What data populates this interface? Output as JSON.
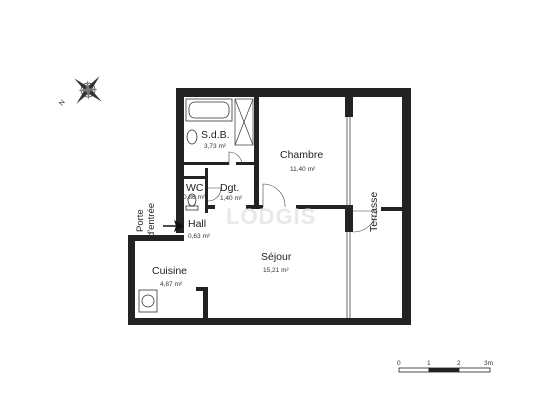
{
  "compass": {
    "north": "N",
    "icon": "compass-rose-icon"
  },
  "watermark": "LODGIS",
  "rooms": {
    "sdb": {
      "name": "S.d.B.",
      "area": "3,73 m²"
    },
    "chambre": {
      "name": "Chambre",
      "area": "11,40 m²"
    },
    "wc": {
      "name": "WC",
      "area": "0,86 m²"
    },
    "dgt": {
      "name": "Dgt.",
      "area": "1,40 m²"
    },
    "hall": {
      "name": "Hall",
      "area": "0,63 m²"
    },
    "sejour": {
      "name": "Séjour",
      "area": "15,21 m²"
    },
    "cuisine": {
      "name": "Cuisine",
      "area": "4,87 m²"
    },
    "terrasse": {
      "name": "Terrasse"
    }
  },
  "entrance": {
    "label_line1": "Porte",
    "label_line2": "d'entrée"
  },
  "scale": {
    "ticks": [
      "0",
      "1",
      "2",
      "3m"
    ]
  }
}
